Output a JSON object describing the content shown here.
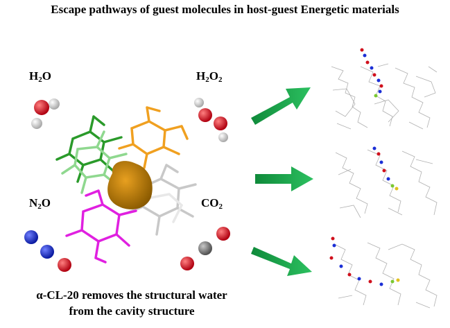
{
  "title": "Escape pathways of guest molecules in host-guest Energetic materials",
  "molecules": {
    "h2o": {
      "base": "H",
      "sub": "2",
      "rest": "O"
    },
    "h2o2": {
      "base": "H",
      "sub": "2",
      "rest": "O",
      "sub2": "2"
    },
    "n2o": {
      "base": "N",
      "sub": "2",
      "rest": "O"
    },
    "co2": {
      "base": "CO",
      "sub": "2"
    }
  },
  "caption": {
    "line1": "α-CL-20 removes the structural water",
    "line2": "from the cavity structure"
  },
  "colors": {
    "oxygen": "#d0101c",
    "hydrogen": "#e8e8e8",
    "nitrogen": "#1b2fd6",
    "carbon": "#808080",
    "arrow": "#1aa54a",
    "cavity": "#c8860a",
    "green_dark": "#2a9a2a",
    "green_light": "#8fd88f",
    "orange": "#f0a020",
    "gray": "#c8c8c8",
    "magenta": "#e020e0"
  }
}
